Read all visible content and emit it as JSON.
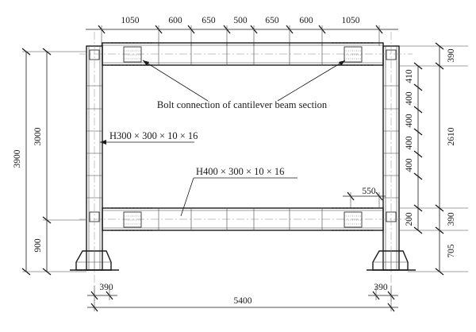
{
  "dimensions": {
    "top": [
      "1050",
      "600",
      "650",
      "500",
      "650",
      "600",
      "1050"
    ],
    "right": [
      "390",
      "410",
      "400",
      "400",
      "400",
      "400",
      "390",
      "200",
      "705"
    ],
    "right_total": "2610",
    "left_total": "3900",
    "left_upper": "3000",
    "left_lower": "900",
    "bottom_left_col": "390",
    "bottom_right_col": "390",
    "bottom_total": "5400",
    "stiffener_spacing": "550"
  },
  "labels": {
    "bolt_connection": "Bolt connection of cantilever beam section",
    "column_section": "H300 × 300 × 10 × 16",
    "beam_section": "H400 × 300 × 10 × 16"
  }
}
